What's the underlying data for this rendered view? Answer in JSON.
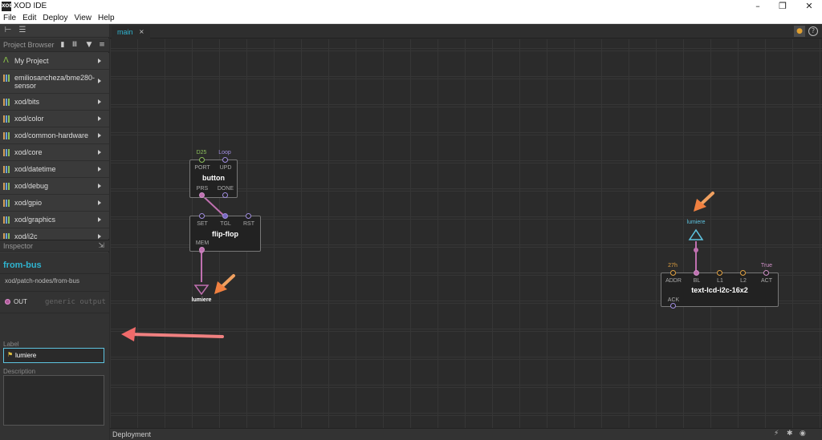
{
  "window": {
    "app_icon": "XOD",
    "title": "XOD IDE"
  },
  "menu": [
    "File",
    "Edit",
    "Deploy",
    "View",
    "Help"
  ],
  "sidebar": {
    "project_browser_label": "Project Browser",
    "items": [
      {
        "label": "My Project",
        "type": "project"
      },
      {
        "label": "emiliosancheza/bme280-sensor",
        "type": "library"
      },
      {
        "label": "xod/bits",
        "type": "library"
      },
      {
        "label": "xod/color",
        "type": "library"
      },
      {
        "label": "xod/common-hardware",
        "type": "library"
      },
      {
        "label": "xod/core",
        "type": "library"
      },
      {
        "label": "xod/datetime",
        "type": "library"
      },
      {
        "label": "xod/debug",
        "type": "library"
      },
      {
        "label": "xod/gpio",
        "type": "library"
      },
      {
        "label": "xod/graphics",
        "type": "library"
      },
      {
        "label": "xod/i2c",
        "type": "library"
      }
    ]
  },
  "inspector": {
    "header": "Inspector",
    "node_title": "from-bus",
    "node_path": "xod/patch-nodes/from-bus",
    "output_pin": "OUT",
    "output_type": "generic output",
    "label_field_label": "Label",
    "label_value": "lumiere",
    "description_label": "Description",
    "description_value": ""
  },
  "tabs": [
    {
      "label": "main",
      "close": "×"
    }
  ],
  "canvas": {
    "nodes": {
      "button": {
        "title": "button",
        "pins_in": [
          {
            "label": "PORT",
            "value": "D25"
          },
          {
            "label": "UPD",
            "value": "Loop"
          }
        ],
        "pins_out": [
          {
            "label": "PRS"
          },
          {
            "label": "DONE"
          }
        ]
      },
      "flipflop": {
        "title": "flip-flop",
        "pins_in": [
          {
            "label": "SET"
          },
          {
            "label": "TGL"
          },
          {
            "label": "RST"
          }
        ],
        "pins_out": [
          {
            "label": "MEM"
          }
        ]
      },
      "lcd": {
        "title": "text-lcd-i2c-16x2",
        "pins_in": [
          {
            "label": "ADDR",
            "value": "27h"
          },
          {
            "label": "BL"
          },
          {
            "label": "L1"
          },
          {
            "label": "L2"
          },
          {
            "label": "ACT",
            "value": "True"
          }
        ],
        "pins_out": [
          {
            "label": "ACK"
          }
        ]
      }
    },
    "to_bus_label": "lumiere",
    "from_bus_label": "lumiere"
  },
  "deployment": {
    "label": "Deployment"
  },
  "colors": {
    "accent": "#2fb4d0",
    "annotation_arrow": "#f06a6a",
    "pin_boolean": "#d090c8",
    "pin_pulse": "#a08de0",
    "pin_number": "#e0a040",
    "pin_port": "#8bbf5b"
  }
}
